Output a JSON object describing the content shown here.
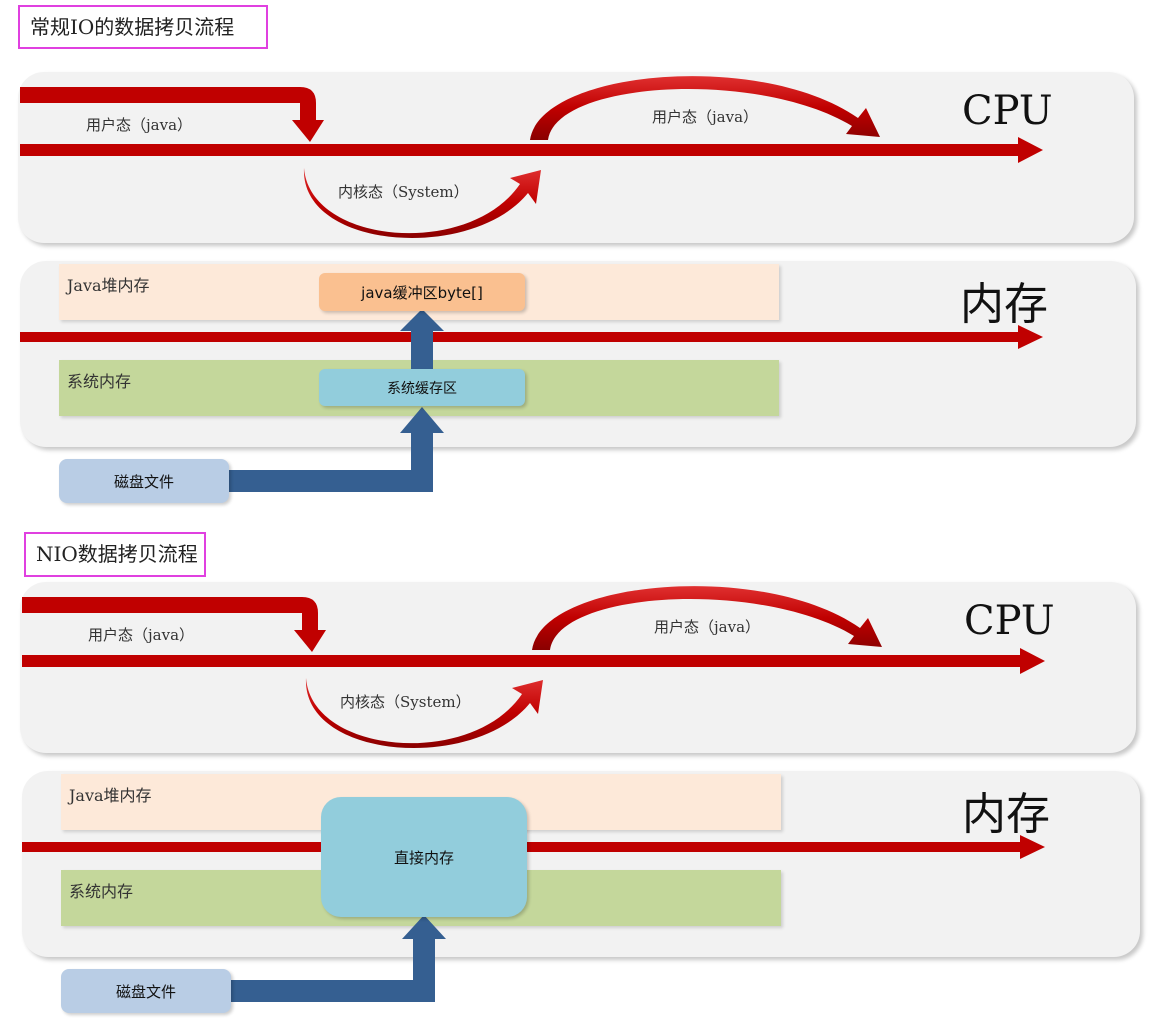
{
  "colors": {
    "red_arrow": "#c00000",
    "blue_arrow": "#355f91",
    "title_border": "#e040e0",
    "panel_bg": "#f2f2f2",
    "java_heap": "#fde9d9",
    "system_memory": "#c4d79b",
    "java_buffer": "#fac090",
    "system_buffer": "#92cddc",
    "disk_file": "#b9cde5",
    "direct_memory": "#92cddc"
  },
  "section1": {
    "title": "常规IO的数据拷贝流程",
    "cpu": {
      "label": "CPU",
      "user_mode_left": "用户态（java）",
      "user_mode_right": "用户态（java）",
      "kernel_mode": "内核态（System）"
    },
    "memory": {
      "label": "内存",
      "java_heap": "Java堆内存",
      "java_buffer": "java缓冲区byte[]",
      "system_memory": "系统内存",
      "system_buffer": "系统缓存区"
    },
    "disk_file": "磁盘文件"
  },
  "section2": {
    "title": "NIO数据拷贝流程",
    "cpu": {
      "label": "CPU",
      "user_mode_left": "用户态（java）",
      "user_mode_right": "用户态（java）",
      "kernel_mode": "内核态（System）"
    },
    "memory": {
      "label": "内存",
      "java_heap": "Java堆内存",
      "system_memory": "系统内存",
      "direct_memory": "直接内存"
    },
    "disk_file": "磁盘文件"
  }
}
